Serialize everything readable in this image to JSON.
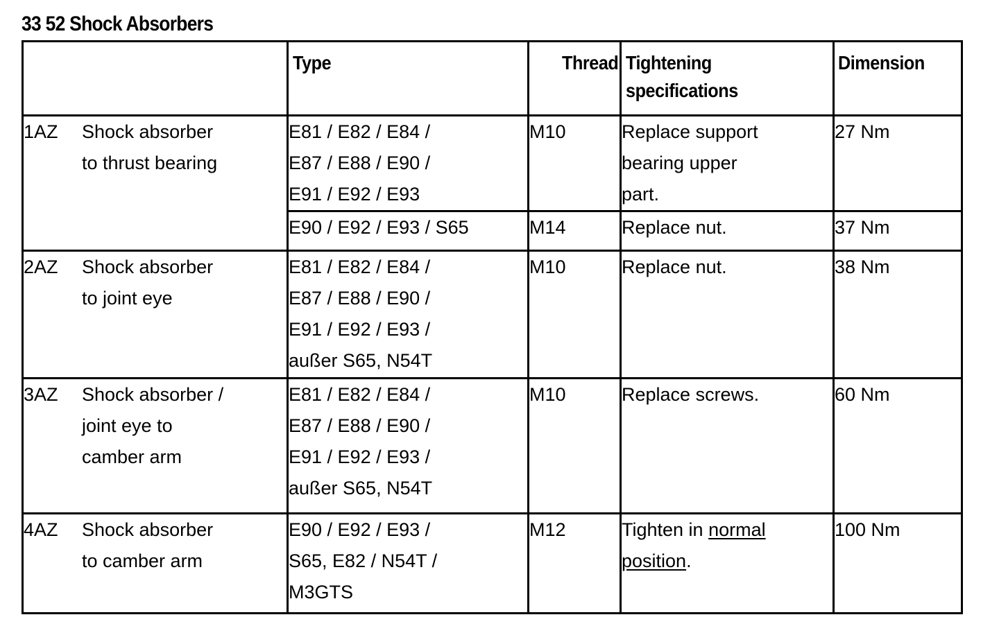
{
  "document": {
    "title": "33 52 Shock Absorbers"
  },
  "table": {
    "headers": {
      "component": "",
      "type": "Type",
      "thread": "Thread",
      "tightening": "Tightening specifications",
      "tightening_line1": "Tightening",
      "tightening_line2": "specifications",
      "dimension": "Dimension"
    },
    "rows": [
      {
        "code": "1AZ",
        "description_line1": "Shock absorber",
        "description_line2": "to thrust bearing",
        "subrows": [
          {
            "type_line1": "E81 / E82 / E84 /",
            "type_line2": "E87 / E88 / E90 /",
            "type_line3": "E91 / E92 / E93",
            "thread": "M10",
            "tightening_line1": "Replace support",
            "tightening_line2": "bearing upper",
            "tightening_line3": "part.",
            "dimension": "27 Nm"
          },
          {
            "type_line1": "E90 / E92 / E93 / S65",
            "thread": "M14",
            "tightening_line1": "Replace nut.",
            "dimension": "37 Nm"
          }
        ]
      },
      {
        "code": "2AZ",
        "description_line1": "Shock absorber",
        "description_line2": "to joint eye",
        "subrows": [
          {
            "type_line1": "E81 / E82 / E84 /",
            "type_line2": "E87 / E88 / E90 /",
            "type_line3": "E91 / E92 / E93 /",
            "type_line4": "außer S65, N54T",
            "thread": "M10",
            "tightening_line1": "Replace nut.",
            "dimension": "38 Nm"
          }
        ]
      },
      {
        "code": "3AZ",
        "description_line1": "Shock absorber /",
        "description_line2": "joint eye to",
        "description_line3": "camber arm",
        "subrows": [
          {
            "type_line1": "E81 / E82 / E84 /",
            "type_line2": "E87 / E88 / E90 /",
            "type_line3": "E91 / E92 / E93 /",
            "type_line4": "außer S65, N54T",
            "thread": "M10",
            "tightening_line1": "Replace screws.",
            "dimension": "60 Nm"
          }
        ]
      },
      {
        "code": "4AZ",
        "description_line1": "Shock absorber",
        "description_line2": "to camber arm",
        "subrows": [
          {
            "type_line1": "E90 / E92 / E93 /",
            "type_line2": "S65, E82 / N54T /",
            "type_line3": "M3GTS",
            "thread": "M12",
            "tightening_prefix": "Tighten in ",
            "tightening_underlined1": "normal",
            "tightening_underlined2": "position",
            "tightening_suffix": ".",
            "dimension": "100 Nm"
          }
        ]
      }
    ]
  }
}
